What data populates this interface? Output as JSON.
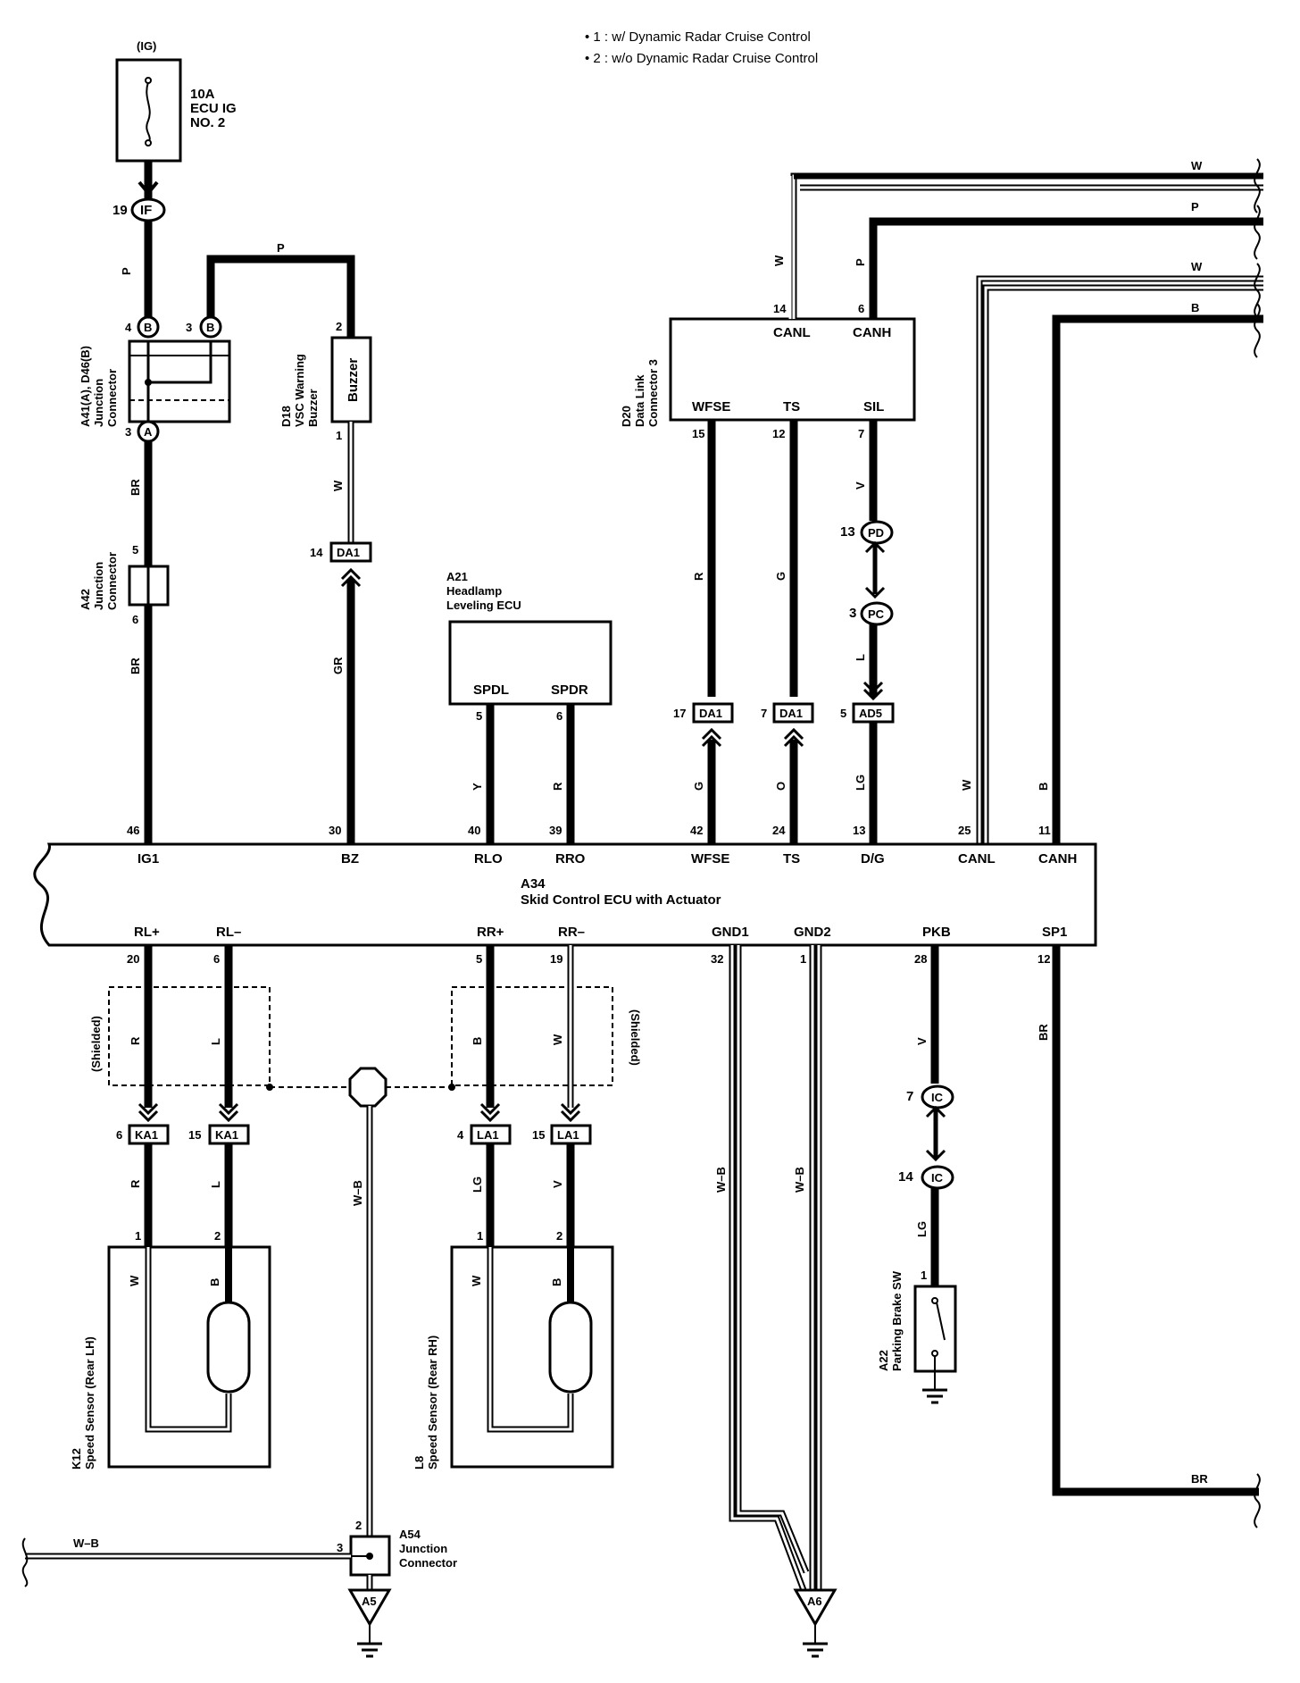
{
  "notes": [
    "• 1 : w/ Dynamic Radar Cruise Control",
    "• 2 : w/o Dynamic Radar Cruise Control"
  ],
  "fuse": {
    "supply": "(IG)",
    "rating": "10A",
    "name1": "ECU IG",
    "name2": "NO. 2"
  },
  "if_conn": {
    "pin": "19",
    "code": "IF"
  },
  "wires": {
    "p_fuse": "P",
    "p_top": "P",
    "br1": "BR",
    "br2": "BR",
    "w_buz": "W",
    "gr": "GR",
    "y": "Y",
    "r_rro": "R",
    "r_wfse": "R",
    "g_ts": "G",
    "v_sil": "V",
    "l_sil": "L",
    "g_wfse": "G",
    "o_ts": "O",
    "lg_dg": "LG",
    "w_canl": "W",
    "b_canh": "B",
    "w_dlc": "W",
    "p_dlc": "P",
    "w_top1": "W",
    "p_top2": "P",
    "w_top3": "W",
    "b_top4": "B",
    "r_rl": "R",
    "l_rl": "L",
    "b_rr": "B",
    "w_rr": "W",
    "r_k": "R",
    "l_k": "L",
    "lg_l": "LG",
    "v_l": "V",
    "wb_gnd": "W–B",
    "wb_gnd1": "W–B",
    "wb_gnd2": "W–B",
    "wb_left": "W–B",
    "v_pkb": "V",
    "lg_pkb": "LG",
    "br_sp1": "BR",
    "br_right": "BR",
    "w_sensor_k": "W",
    "b_sensor_k": "B",
    "w_sensor_l": "W",
    "b_sensor_l": "B"
  },
  "jc_a41": {
    "label1": "A41(A), D46(B)",
    "label2": "Junction",
    "label3": "Connector",
    "pin4": "4",
    "pin3b": "3",
    "pin3a": "3",
    "b": "B",
    "a": "A"
  },
  "a42": {
    "label1": "A42",
    "label2": "Junction",
    "label3": "Connector",
    "pin5": "5",
    "pin6": "6"
  },
  "d18": {
    "label1": "D18",
    "label2": "VSC Warning",
    "label3": "Buzzer",
    "inner": "Buzzer",
    "pin2": "2",
    "pin1": "1"
  },
  "d20": {
    "label1": "D20",
    "label2": "Data Link",
    "label3": "Connector 3",
    "canl": "CANL",
    "canh": "CANH",
    "wfse": "WFSE",
    "ts": "TS",
    "sil": "SIL",
    "p14": "14",
    "p6": "6",
    "p15": "15",
    "p12": "12",
    "p7": "7"
  },
  "a21": {
    "label1": "A21",
    "label2": "Headlamp",
    "label3": "Leveling ECU",
    "spdl": "SPDL",
    "spdr": "SPDR",
    "p5": "5",
    "p6": "6"
  },
  "inline": {
    "da1_buz": {
      "pin": "14",
      "code": "DA1"
    },
    "da1_wfse": {
      "pin": "17",
      "code": "DA1"
    },
    "da1_ts": {
      "pin": "7",
      "code": "DA1"
    },
    "ad5": {
      "pin": "5",
      "code": "AD5"
    },
    "pd": {
      "pin": "13",
      "code": "PD"
    },
    "pc": {
      "pin": "3",
      "code": "PC"
    },
    "ka1_a": {
      "pin": "6",
      "code": "KA1"
    },
    "ka1_b": {
      "pin": "15",
      "code": "KA1"
    },
    "la1_a": {
      "pin": "4",
      "code": "LA1"
    },
    "la1_b": {
      "pin": "15",
      "code": "LA1"
    },
    "ic_a": {
      "pin": "7",
      "code": "IC"
    },
    "ic_b": {
      "pin": "14",
      "code": "IC"
    }
  },
  "ecu": {
    "title1": "A34",
    "title2": "Skid Control ECU with Actuator",
    "top_pins": [
      {
        "num": "46",
        "name": "IG1"
      },
      {
        "num": "30",
        "name": "BZ"
      },
      {
        "num": "40",
        "name": "RLO"
      },
      {
        "num": "39",
        "name": "RRO"
      },
      {
        "num": "42",
        "name": "WFSE"
      },
      {
        "num": "24",
        "name": "TS"
      },
      {
        "num": "13",
        "name": "D/G"
      },
      {
        "num": "25",
        "name": "CANL"
      },
      {
        "num": "11",
        "name": "CANH"
      }
    ],
    "bottom_pins": [
      {
        "num": "20",
        "name": "RL+"
      },
      {
        "num": "6",
        "name": "RL–"
      },
      {
        "num": "5",
        "name": "RR+"
      },
      {
        "num": "19",
        "name": "RR–"
      },
      {
        "num": "32",
        "name": "GND1"
      },
      {
        "num": "1",
        "name": "GND2"
      },
      {
        "num": "28",
        "name": "PKB"
      },
      {
        "num": "12",
        "name": "SP1"
      }
    ]
  },
  "shielded_left": "(Shielded)",
  "shielded_right": "(Shielded)",
  "k12": {
    "label1": "K12",
    "label2": "Speed Sensor (Rear LH)",
    "pin1": "1",
    "pin2": "2"
  },
  "l8": {
    "label1": "L8",
    "label2": "Speed Sensor (Rear RH)",
    "pin1": "1",
    "pin2": "2"
  },
  "a54": {
    "label1": "A54",
    "label2": "Junction",
    "label3": "Connector",
    "pin2": "2",
    "pin3": "3"
  },
  "a22": {
    "label1": "A22",
    "label2": "Parking Brake SW",
    "pin1": "1"
  },
  "grounds": {
    "a5": "A5",
    "a6": "A6"
  }
}
